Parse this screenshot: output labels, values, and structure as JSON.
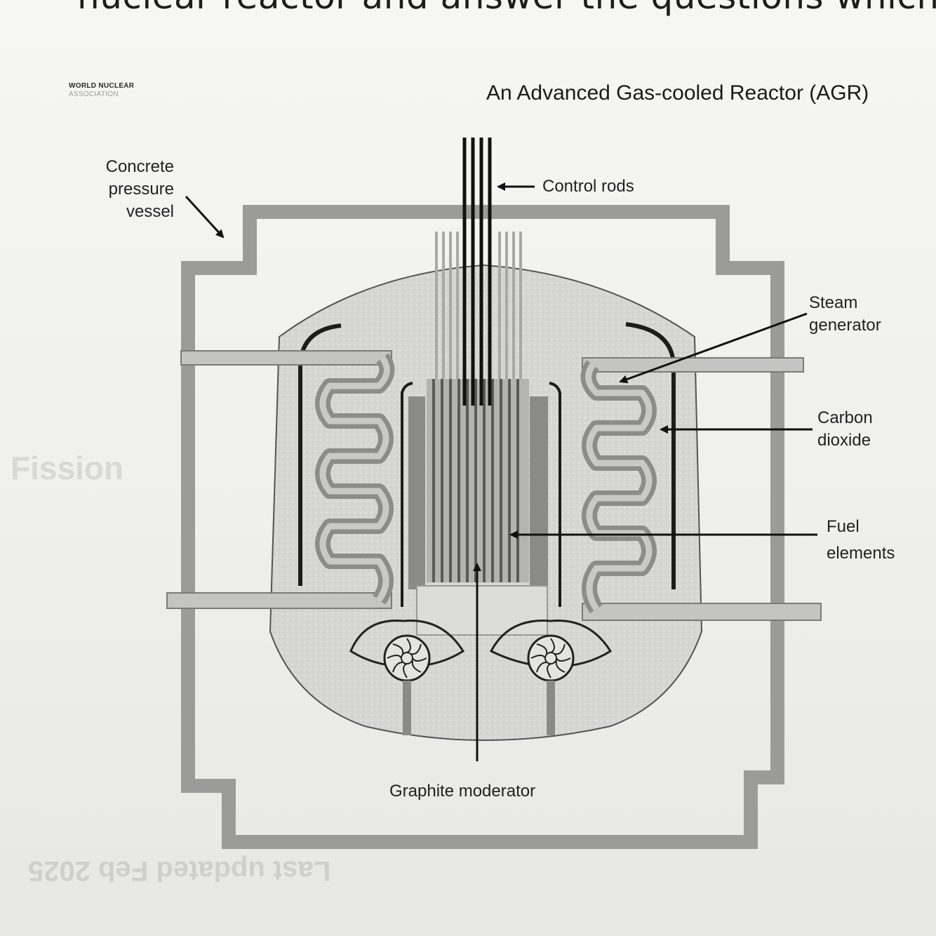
{
  "page": {
    "top_text": "nuclear reactor and answer the questions which",
    "bleed_through_1": "Fission",
    "bleed_through_2": "Last updated Feb 2025"
  },
  "logo": {
    "org": "WORLD NUCLEAR",
    "sub": "ASSOCIATION"
  },
  "figure": {
    "title": "An Advanced Gas-cooled Reactor (AGR)"
  },
  "labels": {
    "vessel": "Concrete\npressure\nvessel",
    "rods": "Control rods",
    "steam": "Steam\ngenerator",
    "co2": "Carbon\ndioxide",
    "fuel": "Fuel\nelements",
    "graphite": "Graphite moderator"
  }
}
